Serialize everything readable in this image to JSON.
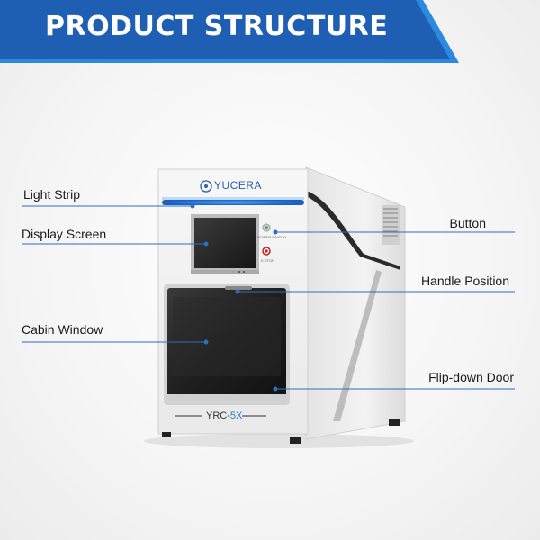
{
  "header": {
    "title": "PRODUCT STRUCTURE"
  },
  "machine": {
    "brand": "YUCERA",
    "model_prefix": "YRC-",
    "model_suffix": "5X",
    "power_caption": "POWER SWITCH",
    "estop_caption": "E-STOP"
  },
  "labels": {
    "light_strip": "Light Strip",
    "display_screen": "Display Screen",
    "cabin_window": "Cabin Window",
    "button": "Button",
    "handle_position": "Handle Position",
    "flip_down_door": "Flip-down Door"
  },
  "colors": {
    "banner": "#1e5fb3",
    "banner_accent": "#2b8ae0",
    "leader_line": "#2a6fc0",
    "light_strip": "#2b7de0"
  }
}
